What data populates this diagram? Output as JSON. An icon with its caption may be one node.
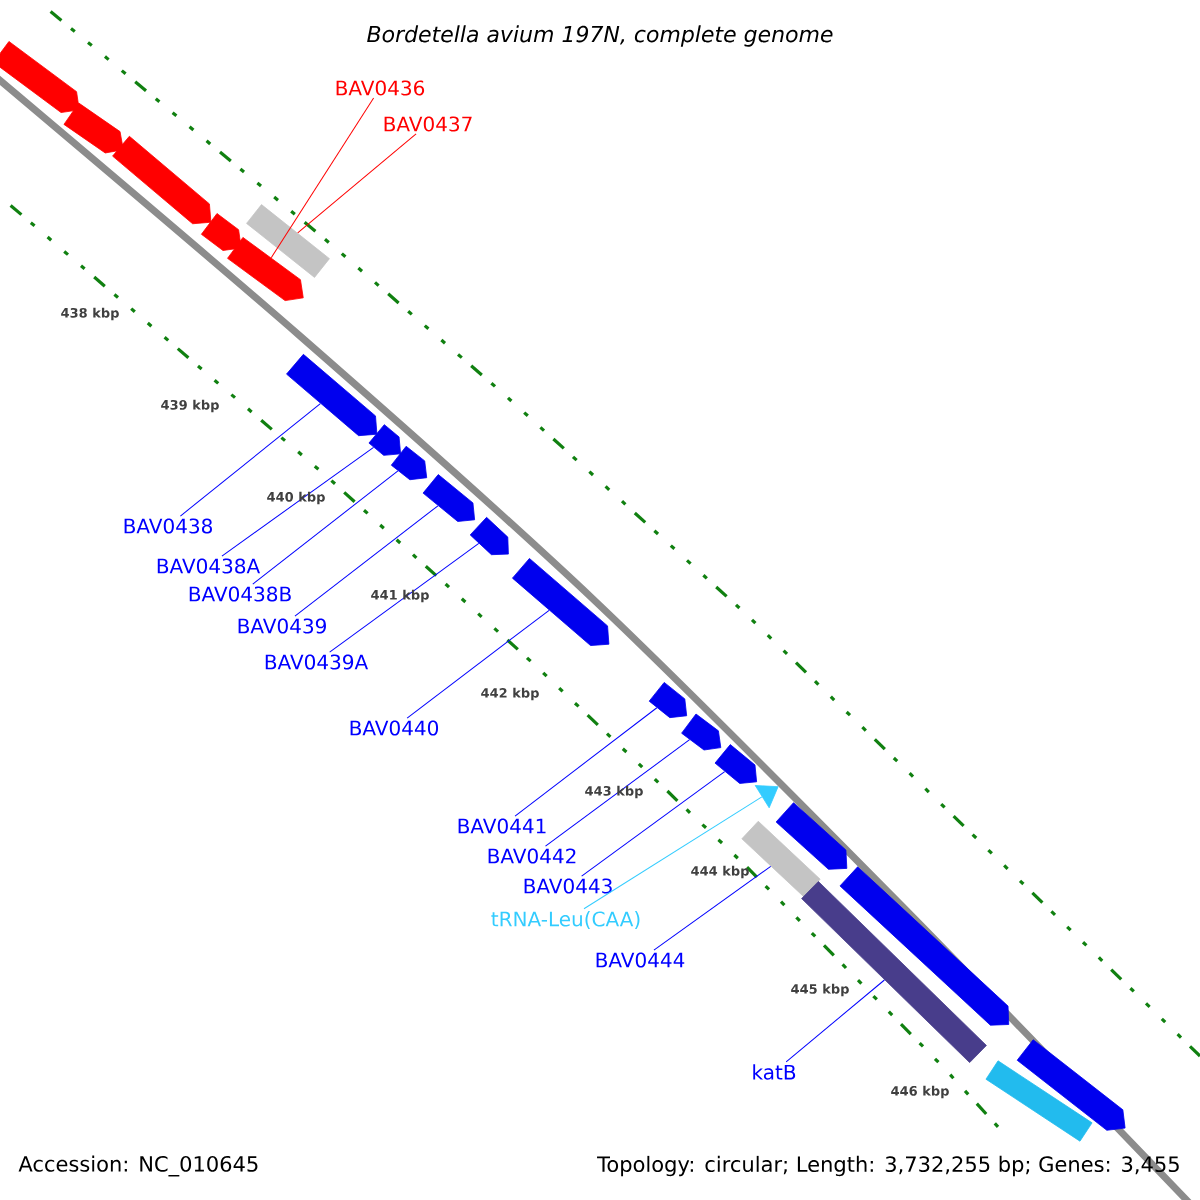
{
  "diagram": {
    "title": "*Bordetella avium 197N, complete genome*",
    "nodes": [
      {
        "text": [],
        "shape": "arrow"
      },
      {
        "text": [],
        "shape": "arrow"
      },
      {
        "text": [],
        "shape": "arrow"
      },
      {
        "text": [],
        "shape": "arrow"
      },
      {
        "text": [],
        "shape": "arrow"
      },
      {
        "text": [],
        "shape": "box"
      },
      {
        "text": [],
        "shape": "arrow"
      },
      {
        "text": [],
        "shape": "arrow"
      },
      {
        "text": [],
        "shape": "arrow"
      },
      {
        "text": [],
        "shape": "arrow"
      },
      {
        "text": [],
        "shape": "arrow"
      },
      {
        "text": [],
        "shape": "arrow"
      },
      {
        "text": [],
        "shape": "arrow"
      },
      {
        "text": [],
        "shape": "arrow"
      },
      {
        "text": [],
        "shape": "arrow"
      },
      {
        "text": [],
        "shape": "triangle"
      },
      {
        "text": [],
        "shape": "box"
      },
      {
        "text": [],
        "shape": "arrow"
      },
      {
        "text": [],
        "shape": "box"
      },
      {
        "text": [],
        "shape": "arrow"
      },
      {
        "text": [],
        "shape": "box"
      },
      {
        "text": [],
        "shape": "arrow"
      },
      {
        "text": [
          "BAV0436"
        ]
      },
      {
        "text": [
          "BAV0437"
        ]
      },
      {
        "text": [
          "BAV0438"
        ]
      },
      {
        "text": [
          "BAV0438A"
        ]
      },
      {
        "text": [
          "BAV0438B"
        ]
      },
      {
        "text": [
          "BAV0439"
        ]
      },
      {
        "text": [
          "BAV0439A"
        ]
      },
      {
        "text": [
          "BAV0440"
        ]
      },
      {
        "text": [
          "BAV0441"
        ]
      },
      {
        "text": [
          "BAV0442"
        ]
      },
      {
        "text": [
          "BAV0443"
        ]
      },
      {
        "text": [
          "tRNA-Leu(CAA)"
        ]
      },
      {
        "text": [
          "BAV0444"
        ]
      },
      {
        "text": [
          "katB"
        ]
      }
    ],
    "edges": [
      {
        "from": 22,
        "to": 4,
        "arrow": "none",
        "color": "#ff0000"
      },
      {
        "from": 23,
        "to": 5,
        "arrow": "none",
        "color": "#ff0000"
      },
      {
        "from": 24,
        "to": 6,
        "arrow": "none"
      },
      {
        "from": 25,
        "to": 7,
        "arrow": "none"
      },
      {
        "from": 26,
        "to": 8,
        "arrow": "none"
      },
      {
        "from": 27,
        "to": 9,
        "arrow": "none"
      },
      {
        "from": 28,
        "to": 10,
        "arrow": "none"
      },
      {
        "from": 29,
        "to": 11,
        "arrow": "none"
      },
      {
        "from": 30,
        "to": 12,
        "arrow": "none"
      },
      {
        "from": 31,
        "to": 13,
        "arrow": "none"
      },
      {
        "from": 32,
        "to": 14,
        "arrow": "none"
      },
      {
        "from": 33,
        "to": 15,
        "arrow": "none",
        "color": "#33ccff"
      },
      {
        "from": 34,
        "to": 16,
        "arrow": "none"
      },
      {
        "from": 35,
        "to": 18,
        "arrow": "none"
      }
    ],
    "labels": [
      "438 kbp",
      "439 kbp",
      "440 kbp",
      "441 kbp",
      "442 kbp",
      "443 kbp",
      "444 kbp",
      "445 kbp",
      "446 kbp",
      "Accession: NC_010645",
      "Topology: circular; Length: 3,732,255 bp; Genes: 3,455"
    ]
  }
}
